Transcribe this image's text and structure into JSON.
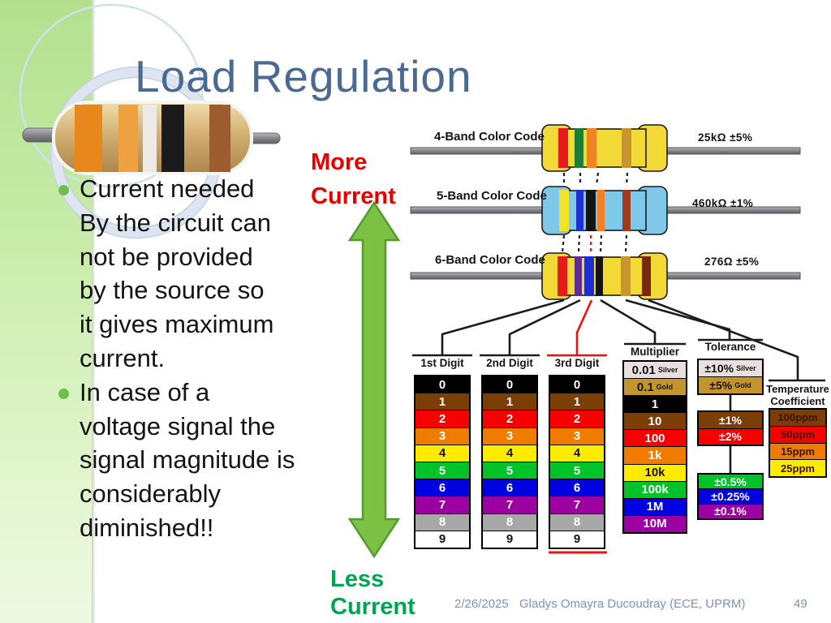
{
  "slide": {
    "title": "Load Regulation",
    "bullets": [
      {
        "lines": [
          "Current needed",
          "By the circuit can",
          "not be provided",
          "by the source so",
          "it gives maximum",
          "current."
        ]
      },
      {
        "lines": [
          "In case of a",
          "voltage signal the",
          "signal magnitude is",
          "considerably",
          "diminished!!"
        ]
      }
    ],
    "more_current": {
      "lines": [
        "More",
        "Current"
      ],
      "color": "#e60000"
    },
    "less_current": {
      "lines": [
        "Less",
        "Current"
      ],
      "color": "#00a551"
    },
    "arrow_color": "#7cc143",
    "photo_resistor": {
      "bands": [
        "photo-orange",
        "orange-light",
        "white",
        "photo-black",
        "photo-brown"
      ]
    },
    "footer": {
      "date": "2/26/2025",
      "author": "Gladys Omayra Ducoudray (ECE, UPRM)",
      "page": "49"
    }
  },
  "diagram": {
    "band_colors": {
      "red": "#e31b1b",
      "green": "#1e7e33",
      "orange": "#f28222",
      "gold": "#c8962e",
      "yellow": "#f2e32a",
      "blue": "#1d2fd0",
      "black": "#141414",
      "brown": "#9e3b1c",
      "violet": "#5f2d91",
      "darkbrown": "#7c2810",
      "orange-light": "#eda23f",
      "white": "#eceae6",
      "photo-orange": "#e8881c",
      "photo-black": "#1a1a1a",
      "photo-brown": "#9c5c30"
    },
    "resistors": [
      {
        "label": "4-Band Color Code",
        "value": "25kΩ ±5%",
        "body_color": "#f2d935",
        "bands": [
          "red",
          "green",
          "orange",
          "gold"
        ]
      },
      {
        "label": "5-Band Color Code",
        "value": "460kΩ ±1%",
        "body_color": "#7ec8ea",
        "bands": [
          "yellow",
          "blue",
          "black",
          "orange",
          "brown"
        ]
      },
      {
        "label": "6-Band Color Code",
        "value": "276Ω ±5%",
        "body_color": "#f2d935",
        "bands": [
          "red",
          "violet",
          "blue",
          "black",
          "gold",
          "darkbrown"
        ]
      }
    ],
    "digit_columns": [
      {
        "header": "1st Digit"
      },
      {
        "header": "2nd Digit"
      },
      {
        "header": "3rd Digit"
      }
    ],
    "digit_rows": [
      {
        "label": "0",
        "bg": "#000000",
        "fg": "#ffffff"
      },
      {
        "label": "1",
        "bg": "#7a3e06",
        "fg": "#ffffff"
      },
      {
        "label": "2",
        "bg": "#f60000",
        "fg": "#ffffff"
      },
      {
        "label": "3",
        "bg": "#ef7c00",
        "fg": "#ffffff"
      },
      {
        "label": "4",
        "bg": "#ffeb00",
        "fg": "#141414"
      },
      {
        "label": "5",
        "bg": "#00c32a",
        "fg": "#ffffff"
      },
      {
        "label": "6",
        "bg": "#0000e1",
        "fg": "#ffffff"
      },
      {
        "label": "7",
        "bg": "#9c00a0",
        "fg": "#ffffff"
      },
      {
        "label": "8",
        "bg": "#a8a8a8",
        "fg": "#ffffff"
      },
      {
        "label": "9",
        "bg": "#ffffff",
        "fg": "#141414"
      }
    ],
    "multiplier": {
      "header": "Multiplier",
      "rows": [
        {
          "label": "0.01",
          "suffix": "Silver",
          "bg": "#eadfdf",
          "fg": "#141414"
        },
        {
          "label": "0.1",
          "suffix": "Gold",
          "bg": "#c4952d",
          "fg": "#141414"
        },
        {
          "label": "1",
          "bg": "#000000",
          "fg": "#ffffff"
        },
        {
          "label": "10",
          "bg": "#7a3e06",
          "fg": "#ffffff"
        },
        {
          "label": "100",
          "bg": "#f60000",
          "fg": "#ffffff"
        },
        {
          "label": "1k",
          "bg": "#ef7c00",
          "fg": "#ffffff"
        },
        {
          "label": "10k",
          "bg": "#ffeb00",
          "fg": "#141414"
        },
        {
          "label": "100k",
          "bg": "#00c32a",
          "fg": "#ffffff"
        },
        {
          "label": "1M",
          "bg": "#0000e1",
          "fg": "#ffffff"
        },
        {
          "label": "10M",
          "bg": "#9c00a0",
          "fg": "#ffffff"
        }
      ]
    },
    "tolerance": {
      "header": "Tolerance",
      "groups": [
        [
          {
            "label": "±10%",
            "suffix": "Silver",
            "bg": "#eadfdf",
            "fg": "#141414"
          },
          {
            "label": "±5%",
            "suffix": "Gold",
            "bg": "#c4952d",
            "fg": "#141414"
          }
        ],
        [
          {
            "label": "±1%",
            "bg": "#7a3e06",
            "fg": "#ffffff"
          },
          {
            "label": "±2%",
            "bg": "#f60000",
            "fg": "#ffffff"
          }
        ],
        [
          {
            "label": "±0.5%",
            "bg": "#00c32a",
            "fg": "#ffffff"
          },
          {
            "label": "±0.25%",
            "bg": "#0000e1",
            "fg": "#ffffff"
          },
          {
            "label": "±0.1%",
            "bg": "#9c00a0",
            "fg": "#ffffff"
          }
        ]
      ]
    },
    "tempco": {
      "header_lines": [
        "Temperature",
        "Coefficient"
      ],
      "rows": [
        {
          "label": "100ppm",
          "bg": "#7a3e06",
          "fg": "#3f1203"
        },
        {
          "label": "50ppm",
          "bg": "#f60000",
          "fg": "#3f1203"
        },
        {
          "label": "15ppm",
          "bg": "#ef7c00",
          "fg": "#3f1203"
        },
        {
          "label": "25ppm",
          "bg": "#ffeb00",
          "fg": "#3f1203"
        }
      ]
    }
  }
}
